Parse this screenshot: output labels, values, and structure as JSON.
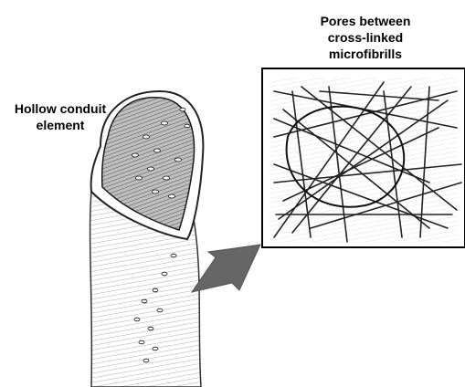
{
  "labels": {
    "conduit": [
      "Hollow conduit",
      "element"
    ],
    "pores": [
      "Pores between",
      "cross-linked",
      "microfibrills"
    ]
  }
}
